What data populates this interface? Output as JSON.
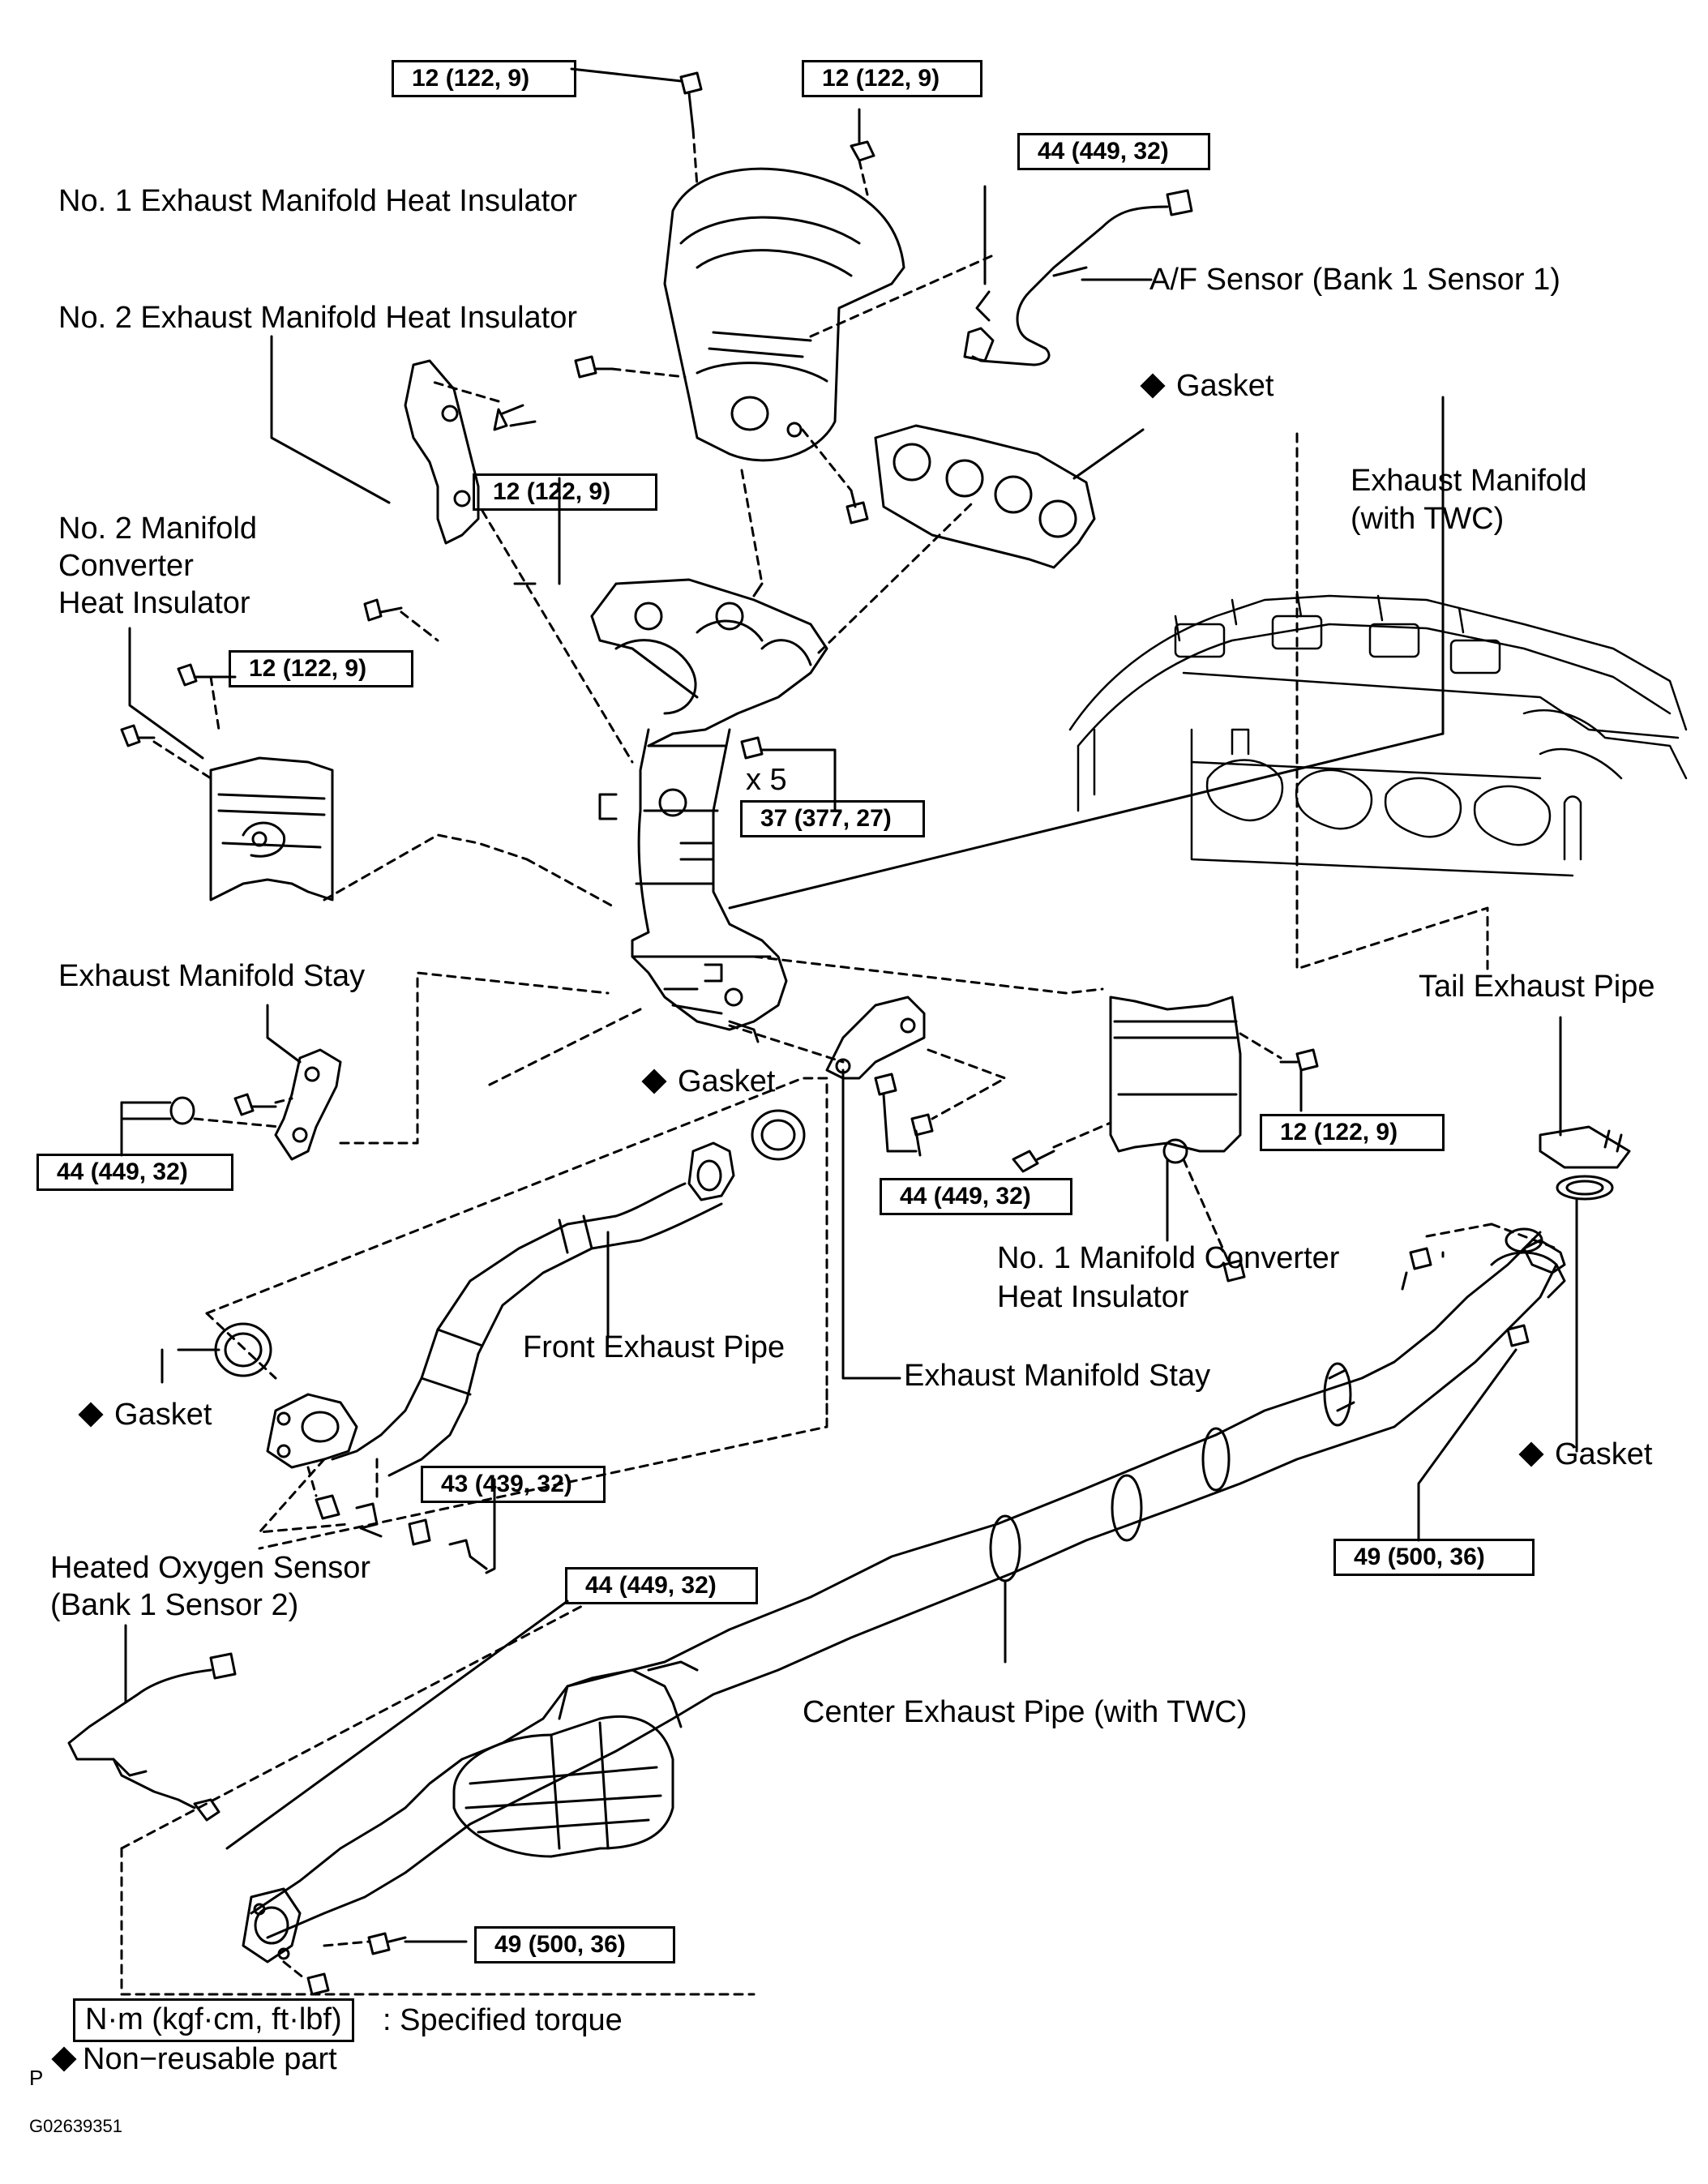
{
  "labels": {
    "no1_exhaust_manifold_heat_insulator": "No. 1 Exhaust Manifold Heat Insulator",
    "no2_exhaust_manifold_heat_insulator": "No. 2 Exhaust Manifold Heat Insulator",
    "af_sensor": "A/F Sensor (Bank 1 Sensor 1)",
    "gasket": "Gasket",
    "exhaust_manifold_line1": "Exhaust Manifold",
    "exhaust_manifold_line2": "(with TWC)",
    "no2_manifold_converter_line1": "No. 2 Manifold",
    "no2_manifold_converter_line2": "Converter",
    "no2_manifold_converter_line3": "Heat Insulator",
    "x5": "x 5",
    "exhaust_manifold_stay": "Exhaust Manifold Stay",
    "tail_exhaust_pipe": "Tail Exhaust Pipe",
    "no1_manifold_converter_line1": "No. 1 Manifold Converter",
    "no1_manifold_converter_line2": "Heat Insulator",
    "front_exhaust_pipe": "Front Exhaust Pipe",
    "heated_oxygen_sensor_line1": "Heated Oxygen Sensor",
    "heated_oxygen_sensor_line2": "(Bank 1 Sensor 2)",
    "center_exhaust_pipe": "Center Exhaust Pipe (with TWC)"
  },
  "torques": {
    "t_12_a": "12 (122, 9)",
    "t_12_b": "12 (122, 9)",
    "t_44_af": "44 (449, 32)",
    "t_12_c": "12 (122, 9)",
    "t_12_d": "12 (122, 9)",
    "t_37": "37 (377, 27)",
    "t_44_stay_left": "44 (449, 32)",
    "t_12_e": "12 (122, 9)",
    "t_44_stay_right": "44 (449, 32)",
    "t_43": "43 (439, 32)",
    "t_44_ho2s": "44 (449, 32)",
    "t_49_tail": "49 (500, 36)",
    "t_49_front": "49 (500, 36)"
  },
  "legend": {
    "unit_box": "N·m (kgf·cm, ft·lbf)",
    "unit_desc": ": Specified torque",
    "non_reusable": "Non−reusable part"
  },
  "footer": {
    "marker": "P",
    "figure_id": "G02639351"
  }
}
